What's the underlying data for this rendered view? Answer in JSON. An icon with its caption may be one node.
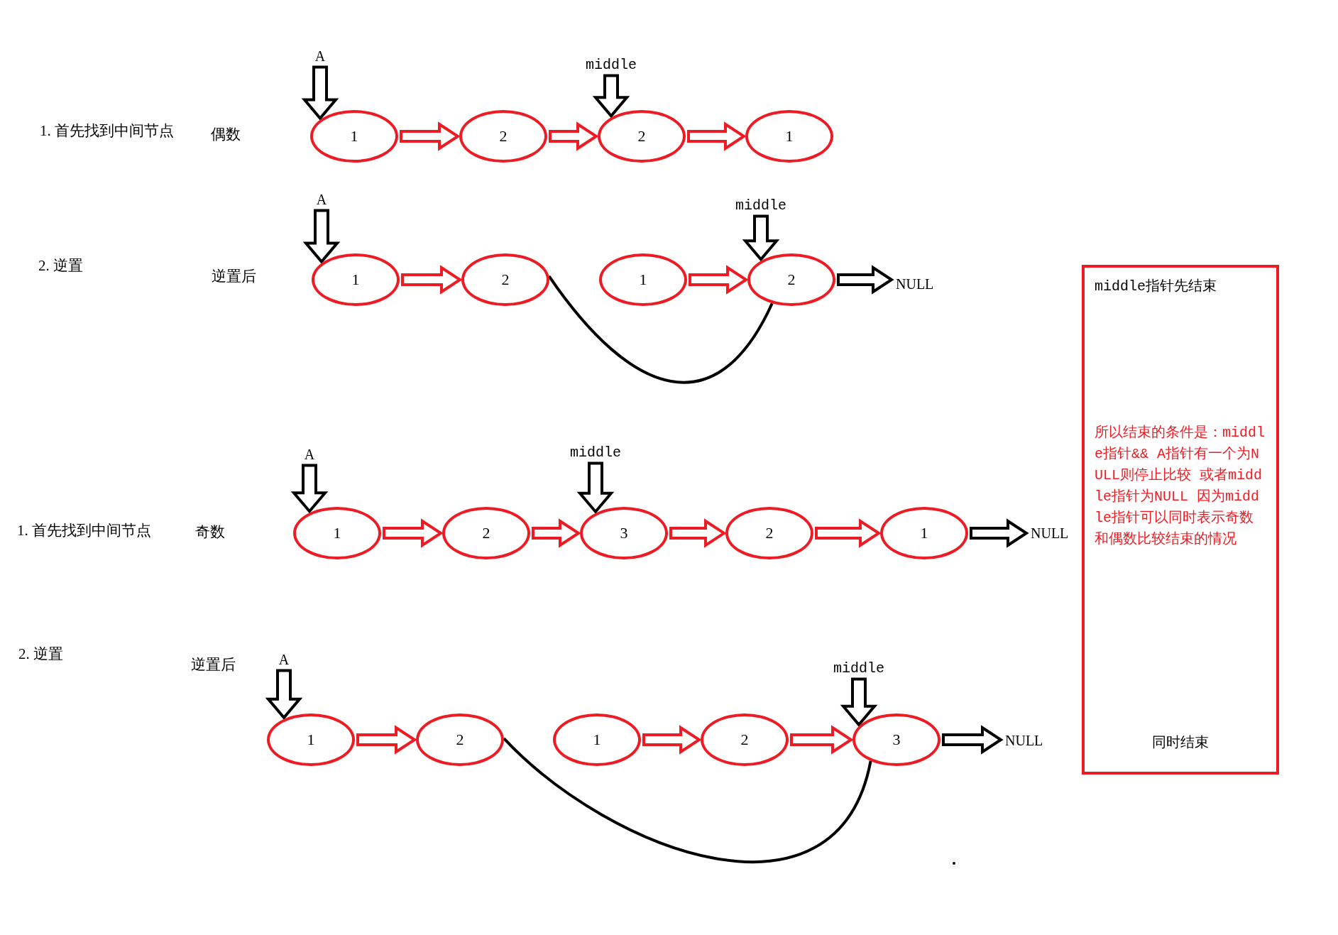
{
  "diagram": {
    "nodes": [
      {
        "text": [
          "A"
        ]
      },
      {
        "text": [
          "middle"
        ]
      },
      {
        "text": [
          "1"
        ]
      },
      {
        "text": [
          "2"
        ]
      },
      {
        "text": [
          "2"
        ]
      },
      {
        "text": [
          "1"
        ]
      },
      {
        "text": [
          "A"
        ]
      },
      {
        "text": [
          "middle"
        ]
      },
      {
        "text": [
          "1"
        ]
      },
      {
        "text": [
          "2"
        ]
      },
      {
        "text": [
          "1"
        ]
      },
      {
        "text": [
          "2"
        ]
      },
      {
        "text": [
          "NULL"
        ]
      },
      {
        "text": [
          "middle指针先结束",
          "所以结束的条件是：middle指针&& A指针有一个为NULL则停止比较 或者middle指针为NULL 因为middle指针可以同时表示奇数和偶数比较结束的情况",
          "同时结束"
        ]
      },
      {
        "text": [
          "A"
        ]
      },
      {
        "text": [
          "middle"
        ]
      },
      {
        "text": [
          "1"
        ]
      },
      {
        "text": [
          "2"
        ]
      },
      {
        "text": [
          "3"
        ]
      },
      {
        "text": [
          "2"
        ]
      },
      {
        "text": [
          "1"
        ]
      },
      {
        "text": [
          "NULL"
        ]
      },
      {
        "text": [
          "A"
        ]
      },
      {
        "text": [
          "middle"
        ]
      },
      {
        "text": [
          "1"
        ]
      },
      {
        "text": [
          "2"
        ]
      },
      {
        "text": [
          "1"
        ]
      },
      {
        "text": [
          "2"
        ]
      },
      {
        "text": [
          "3"
        ]
      },
      {
        "text": [
          "NULL"
        ]
      }
    ],
    "edges": [
      {
        "from": 0,
        "to": 2,
        "arrow": "to"
      },
      {
        "from": 1,
        "to": 4,
        "arrow": "to"
      },
      {
        "from": 2,
        "to": 3,
        "arrow": "to",
        "color": "#ed1c24"
      },
      {
        "from": 3,
        "to": 4,
        "arrow": "to",
        "color": "#ed1c24"
      },
      {
        "from": 4,
        "to": 5,
        "arrow": "to",
        "color": "#ed1c24"
      },
      {
        "from": 6,
        "to": 8,
        "arrow": "to"
      },
      {
        "from": 7,
        "to": 11,
        "arrow": "to"
      },
      {
        "from": 8,
        "to": 9,
        "arrow": "to",
        "color": "#ed1c24"
      },
      {
        "from": 10,
        "to": 11,
        "arrow": "to",
        "color": "#ed1c24"
      },
      {
        "from": 11,
        "to": 12,
        "arrow": "to"
      },
      {
        "from": 9,
        "to": 11,
        "arrow": "none"
      },
      {
        "from": 14,
        "to": 16,
        "arrow": "to"
      },
      {
        "from": 15,
        "to": 18,
        "arrow": "to"
      },
      {
        "from": 16,
        "to": 17,
        "arrow": "to",
        "color": "#ed1c24"
      },
      {
        "from": 17,
        "to": 18,
        "arrow": "to",
        "color": "#ed1c24"
      },
      {
        "from": 18,
        "to": 19,
        "arrow": "to",
        "color": "#ed1c24"
      },
      {
        "from": 19,
        "to": 20,
        "arrow": "to",
        "color": "#ed1c24"
      },
      {
        "from": 20,
        "to": 21,
        "arrow": "to"
      },
      {
        "from": 22,
        "to": 24,
        "arrow": "to"
      },
      {
        "from": 23,
        "to": 28,
        "arrow": "to"
      },
      {
        "from": 24,
        "to": 25,
        "arrow": "to",
        "color": "#ed1c24"
      },
      {
        "from": 26,
        "to": 27,
        "arrow": "to",
        "color": "#ed1c24"
      },
      {
        "from": 27,
        "to": 28,
        "arrow": "to",
        "color": "#ed1c24"
      },
      {
        "from": 28,
        "to": 29,
        "arrow": "to"
      },
      {
        "from": 25,
        "to": 28,
        "arrow": "none"
      }
    ],
    "labels": [
      "1. 首先找到中间节点",
      "偶数",
      "2. 逆置",
      "逆置后",
      "1. 首先找到中间节点",
      "奇数",
      "2. 逆置",
      "逆置后"
    ]
  }
}
